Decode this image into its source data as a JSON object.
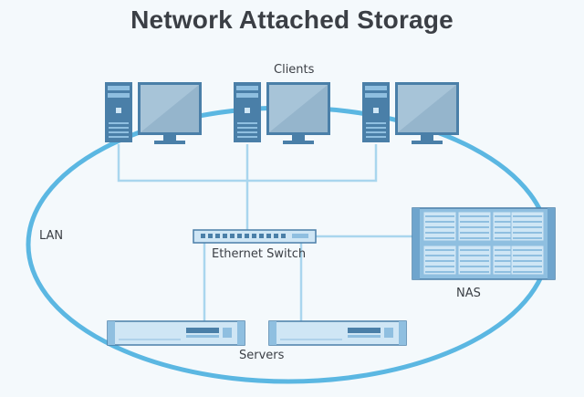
{
  "title": "Network Attached Storage",
  "labels": {
    "clients": "Clients",
    "lan": "LAN",
    "switch": "Ethernet Switch",
    "nas": "NAS",
    "servers": "Servers"
  },
  "colors": {
    "lan_ring": "#5bb7e2",
    "link": "#a9d6ee",
    "device_dark": "#4a7fa8",
    "device_mid": "#8fbfe0",
    "device_light": "#cfe6f5",
    "screen": "#a7c4d8",
    "text": "#3b3f45"
  },
  "icons": [
    "tower-pc-icon",
    "monitor-icon",
    "ethernet-switch-icon",
    "nas-icon",
    "rack-server-icon"
  ]
}
